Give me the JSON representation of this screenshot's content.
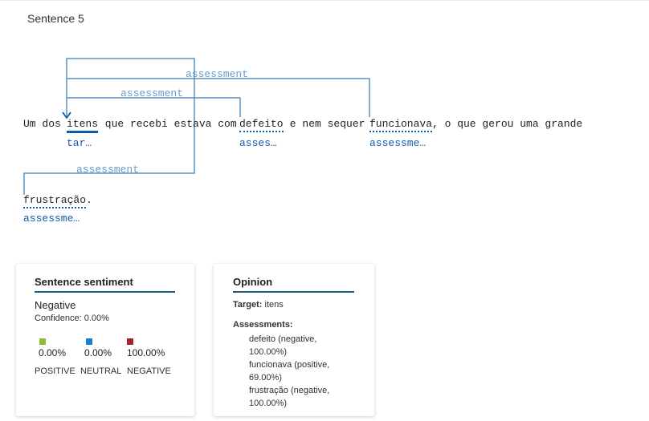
{
  "sentence": {
    "title": "Sentence 5",
    "tokens": {
      "um_dos": "Um dos ",
      "itens": "itens",
      "mid1": " que recebi estava com ",
      "defeito": "defeito",
      "mid2": " e nem sequer ",
      "funcionava": "funcionava",
      "tail": ", o que gerou uma grande",
      "frustracao": "frustração",
      "period": "."
    },
    "tags": {
      "itens": "tar…",
      "defeito": "asses…",
      "funcionava": "assessme…",
      "frustracao": "assessme…"
    },
    "arc_labels": [
      "assessment",
      "assessment",
      "assessment"
    ],
    "colors": {
      "target": "#0b5cad",
      "arc": "#5a94c6",
      "label": "#6a9bc8"
    }
  },
  "sentiment_card": {
    "title": "Sentence sentiment",
    "label": "Negative",
    "confidence": "Confidence: 0.00%",
    "scores": [
      {
        "value": "0.00%",
        "label": "POSITIVE",
        "color": "#8cbd3f"
      },
      {
        "value": "0.00%",
        "label": "NEUTRAL",
        "color": "#1b7cd3"
      },
      {
        "value": "100.00%",
        "label": "NEGATIVE",
        "color": "#a4262c"
      }
    ]
  },
  "opinion_card": {
    "title": "Opinion",
    "target_label": "Target:",
    "target_value": "itens",
    "assessments_label": "Assessments:",
    "assessments": [
      [
        "defeito (negative,",
        "100.00%)"
      ],
      [
        "funcionava (positive,",
        "69.00%)"
      ],
      [
        "frustração (negative,",
        "100.00%)"
      ]
    ]
  }
}
